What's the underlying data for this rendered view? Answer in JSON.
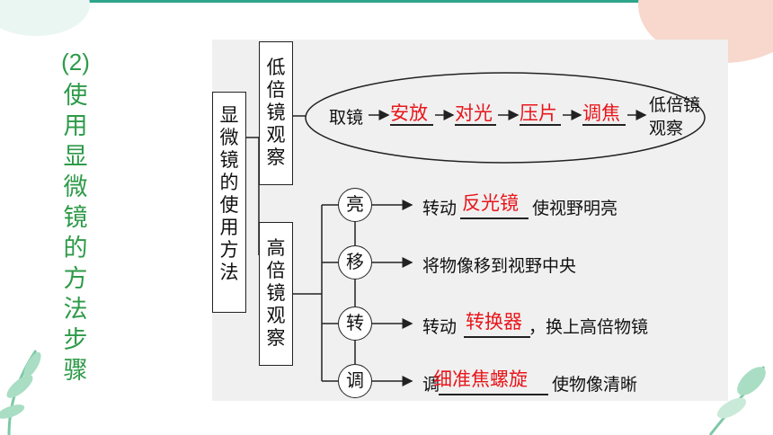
{
  "sidebar": {
    "number": "(2)",
    "chars": [
      "使",
      "用",
      "显",
      "微",
      "镜",
      "的",
      "方",
      "法",
      "步",
      "骤"
    ]
  },
  "diagram": {
    "root_chars": [
      "显",
      "微",
      "镜",
      "的",
      "使",
      "用",
      "方",
      "法"
    ],
    "low_chars": [
      "低",
      "倍",
      "镜",
      "观",
      "察"
    ],
    "high_chars": [
      "高",
      "倍",
      "镜",
      "观",
      "察"
    ],
    "low_flow": {
      "start": "取镜",
      "steps": [
        "安放",
        "对光",
        "压片",
        "调焦"
      ],
      "end_line1": "低倍镜",
      "end_line2": "观察"
    },
    "high_steps": [
      {
        "circle": "亮",
        "pre": "转动",
        "answer": "反光镜",
        "post": "使视野明亮"
      },
      {
        "circle": "移",
        "pre": "将物像移到视野中央",
        "answer": "",
        "post": ""
      },
      {
        "circle": "转",
        "pre": "转动",
        "answer": "转换器",
        "post": "，换上高倍物镜"
      },
      {
        "circle": "调",
        "pre": "调",
        "answer": "细准焦螺旋",
        "post": "使物像清晰"
      }
    ]
  },
  "colors": {
    "accent_green": "#2e9a49",
    "answer_red": "#e8161b"
  }
}
